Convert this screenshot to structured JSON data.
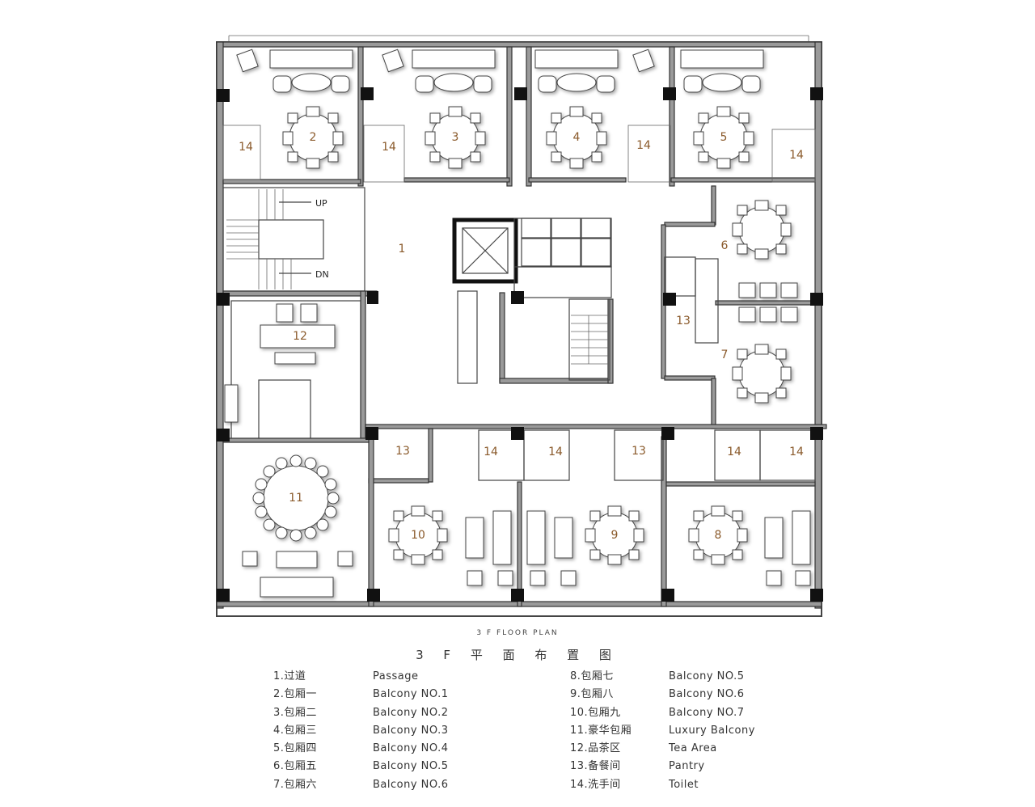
{
  "caption": {
    "english": "3 F FLOOR PLAN",
    "chinese": "3 F 平 面 布 置 图"
  },
  "stair_labels": {
    "up": "UP",
    "down": "DN"
  },
  "room_numbers": {
    "passage": "1",
    "r2": "2",
    "r3": "3",
    "r4": "4",
    "r5": "5",
    "r6": "6",
    "r7": "7",
    "r8": "8",
    "r9": "9",
    "r10": "10",
    "r11": "11",
    "r12": "12",
    "r13": "13",
    "r14": "14"
  },
  "legend": {
    "left": [
      {
        "cn": "1.过道",
        "en": "Passage"
      },
      {
        "cn": "2.包厢一",
        "en": "Balcony NO.1"
      },
      {
        "cn": "3.包厢二",
        "en": "Balcony NO.2"
      },
      {
        "cn": "4.包厢三",
        "en": "Balcony NO.3"
      },
      {
        "cn": "5.包厢四",
        "en": "Balcony NO.4"
      },
      {
        "cn": "6.包厢五",
        "en": "Balcony NO.5"
      },
      {
        "cn": "7.包厢六",
        "en": "Balcony NO.6"
      }
    ],
    "right": [
      {
        "cn": "8.包厢七",
        "en": "Balcony NO.5"
      },
      {
        "cn": "9.包厢八",
        "en": "Balcony NO.6"
      },
      {
        "cn": "10.包厢九",
        "en": "Balcony NO.7"
      },
      {
        "cn": "11.豪华包厢",
        "en": "Luxury Balcony"
      },
      {
        "cn": "12.品茶区",
        "en": "Tea Area"
      },
      {
        "cn": "13.备餐间",
        "en": "Pantry"
      },
      {
        "cn": "14.洗手间",
        "en": "Toilet"
      }
    ]
  },
  "colors": {
    "wall": "#9a9a9a",
    "column": "#111111",
    "room_number": "#8a5a2b"
  }
}
